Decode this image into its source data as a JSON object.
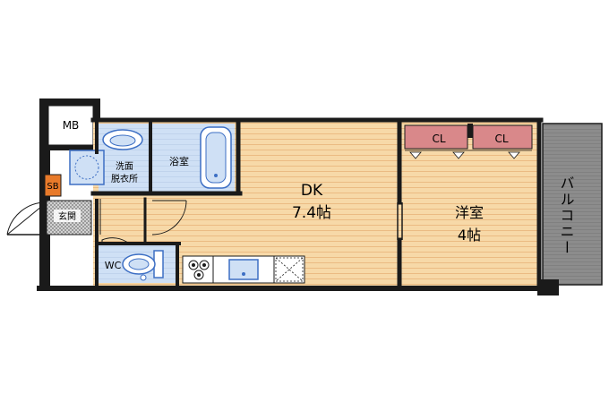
{
  "rooms": {
    "mb": "MB",
    "washroom_line1": "洗面",
    "washroom_line2": "脱衣所",
    "bath": "浴室",
    "sb": "SB",
    "entrance": "玄関",
    "wc": "WC",
    "dk_name": "DK",
    "dk_size": "7.4帖",
    "western_name": "洋室",
    "western_size": "4帖",
    "closet_left": "CL",
    "closet_right": "CL",
    "balcony": "バルコニー"
  },
  "colors": {
    "wall": "#1a1a1a",
    "floor_wood": "#f7d9a8",
    "floor_line": "#e8b47a",
    "wet_area": "#cfe0f5",
    "closet": "#d9888a",
    "balcony": "#8c8c8c",
    "sb_box": "#e87a2a",
    "entrance_tile": "#b0b0b0",
    "fixture_blue": "#3d6fc4"
  }
}
